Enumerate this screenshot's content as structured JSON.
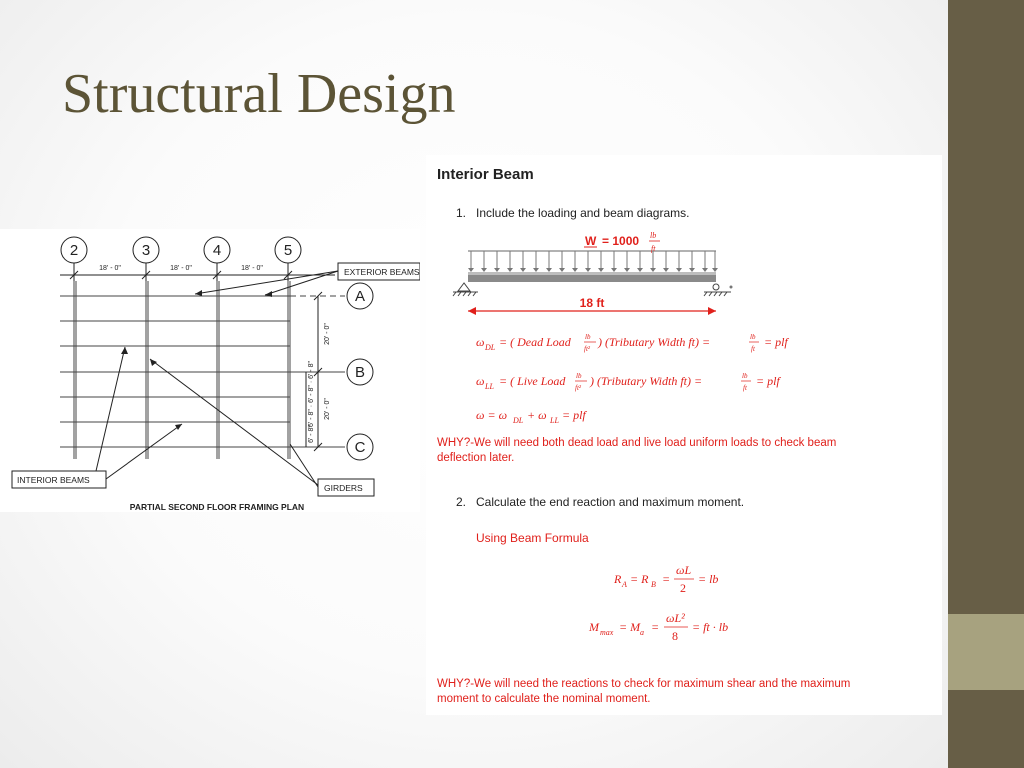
{
  "slide": {
    "title": "Structural Design",
    "colors": {
      "title": "#5c5436",
      "sidebar": "#675e46",
      "sidebar_accent": "#a7a27f",
      "red": "#e0201b"
    }
  },
  "plan": {
    "grid_numbers": [
      "2",
      "3",
      "4",
      "5"
    ],
    "spacings": [
      "18' - 0\"",
      "18' - 0\"",
      "18' - 0\""
    ],
    "grid_letters": [
      "A",
      "B",
      "C"
    ],
    "dim_vertical_1": "20' - 0\"",
    "dim_vertical_2": "20' - 0\"",
    "dim_small": "6' - 8\" · 6' - 8\" · 6' - 8\"",
    "dim_small_bottom": "6' - 8\"",
    "label_exterior": "EXTERIOR BEAMS",
    "label_interior": "INTERIOR BEAMS",
    "label_girders": "GIRDERS",
    "caption": "PARTIAL SECOND FLOOR FRAMING PLAN"
  },
  "beam": {
    "heading": "Interior Beam",
    "step1_num": "1.",
    "step1": "Include the loading and beam diagrams.",
    "load_label": "W",
    "load_value": "= 1000",
    "load_unit_num": "lb",
    "load_unit_den": "ft",
    "span": "18 ft",
    "eq_dl": {
      "lhs": "ω",
      "lhs_sub": "DL",
      "body": "= ( Dead Load",
      "unit_num": "lb",
      "unit_den": "ft²",
      "rest": ") (Tributary Width ft) =",
      "frac_num": "lb",
      "frac_den": "ft",
      "end": "=  plf"
    },
    "eq_ll": {
      "lhs": "ω",
      "lhs_sub": "LL",
      "body": "= ( Live Load",
      "unit_num": "lb",
      "unit_den": "ft²",
      "rest": ") (Tributary Width ft) =",
      "frac_num": "lb",
      "frac_den": "ft",
      "end": "=  plf"
    },
    "eq_total": "ω = ω",
    "eq_total_sub1": "DL",
    "eq_total_mid": "+ ω",
    "eq_total_sub2": "LL",
    "eq_total_end": "= plf",
    "why1_line1": "WHY?-We will need both dead load and live load uniform loads to check beam",
    "why1_line2": "deflection later.",
    "step2_num": "2.",
    "step2": "Calculate the end reaction and maximum moment.",
    "using": "Using Beam Formula",
    "ra_lhs": "R",
    "ra_sub": "A",
    "ra_mid": "= R",
    "ra_sub2": "B",
    "ra_eq": "=",
    "ra_num": "ωL",
    "ra_den": "2",
    "ra_end": "= lb",
    "m_lhs": "M",
    "m_sub": "max",
    "m_mid": "= M",
    "m_sub2": "a",
    "m_eq": "=",
    "m_num": "ωL²",
    "m_den": "8",
    "m_end": "=  ft · lb",
    "why2_line1": "WHY?-We will need the reactions to check for maximum shear and the maximum",
    "why2_line2": "moment to calculate the nominal moment."
  }
}
